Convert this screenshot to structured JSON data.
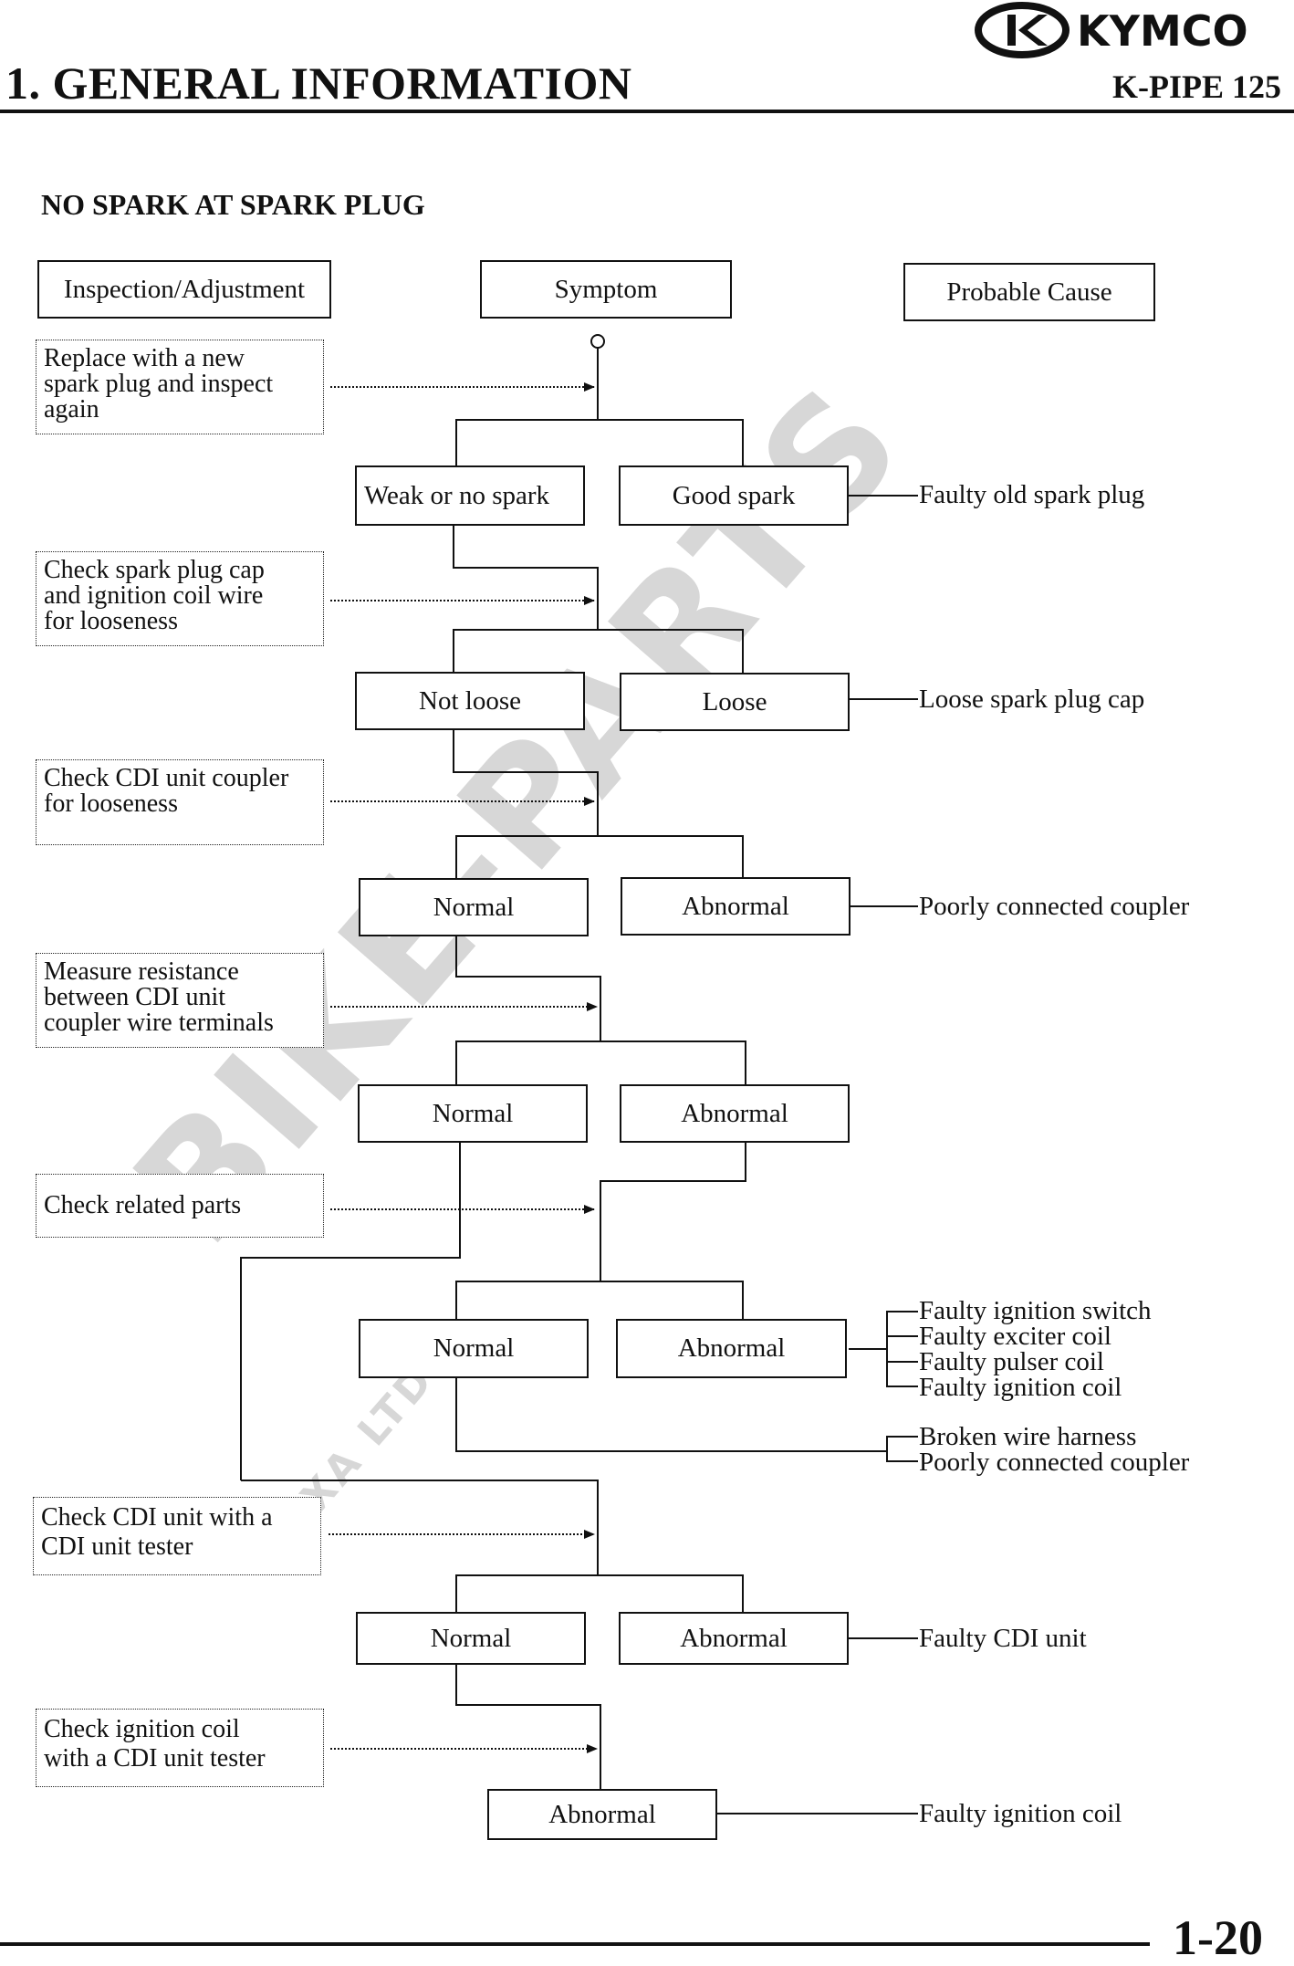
{
  "header": {
    "logo_text": "KYMCO",
    "section": "1. GENERAL INFORMATION",
    "model": "K-PIPE 125"
  },
  "chart": {
    "title": "NO SPARK AT SPARK PLUG",
    "column_headers": {
      "inspection": "Inspection/Adjustment",
      "symptom": "Symptom",
      "cause": "Probable Cause"
    },
    "inspections": [
      "Replace with a new\nspark plug and inspect\nagain",
      "Check spark plug cap\nand ignition coil wire\nfor looseness",
      "Check CDI unit coupler\nfor looseness",
      "Measure resistance\nbetween CDI unit\ncoupler wire terminals",
      "Check related parts",
      "Check CDI unit with a\nCDI unit tester",
      "Check ignition coil\nwith a CDI unit tester"
    ],
    "results": [
      {
        "left": "Weak or no spark",
        "right": "Good spark"
      },
      {
        "left": "Not loose",
        "right": "Loose"
      },
      {
        "left": "Normal",
        "right": "Abnormal"
      },
      {
        "left": "Normal",
        "right": "Abnormal"
      },
      {
        "left": "Normal",
        "right": "Abnormal"
      },
      {
        "left": "Normal",
        "right": "Abnormal"
      }
    ],
    "final_result": "Abnormal",
    "causes": {
      "c1": "Faulty old spark plug",
      "c2": "Loose spark plug cap",
      "c3": "Poorly connected coupler",
      "c5": [
        "Faulty ignition switch",
        "Faulty exciter coil",
        "Faulty pulser coil",
        "Faulty ignition coil"
      ],
      "c5b": [
        "Broken wire harness",
        "Poorly connected coupler"
      ],
      "c6": "Faulty CDI unit",
      "c7": "Faulty ignition coil"
    }
  },
  "watermark": {
    "text": "BIKE-PARTS",
    "subtext": "COXA LTD"
  },
  "footer": {
    "page_number": "1-20"
  }
}
